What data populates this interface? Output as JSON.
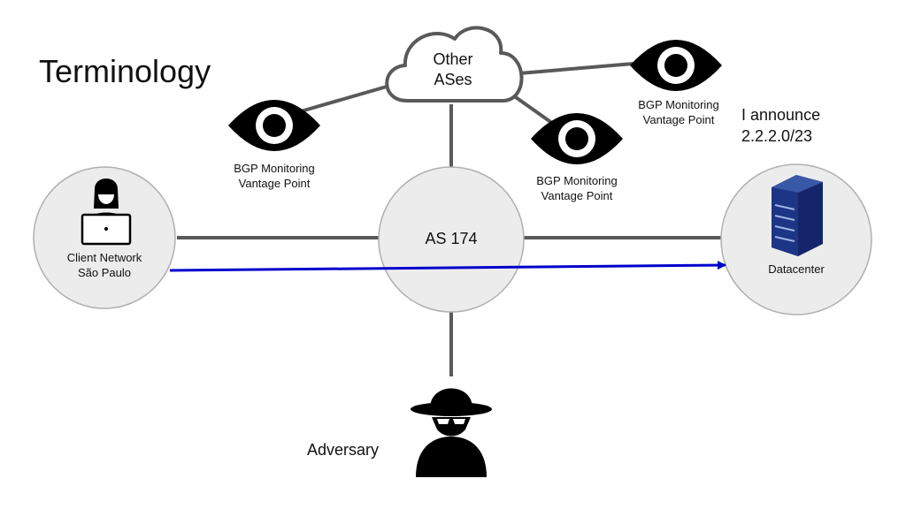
{
  "title": "Terminology",
  "cloud": {
    "line1": "Other",
    "line2": "ASes"
  },
  "vantage_points": [
    {
      "line1": "BGP Monitoring",
      "line2": "Vantage Point"
    },
    {
      "line1": "BGP Monitoring",
      "line2": "Vantage Point"
    },
    {
      "line1": "BGP Monitoring",
      "line2": "Vantage Point"
    }
  ],
  "client": {
    "line1": "Client Network",
    "line2": "São Paulo"
  },
  "as_node": {
    "label": "AS 174"
  },
  "datacenter": {
    "label": "Datacenter"
  },
  "announcement": {
    "line1": "I announce",
    "line2": "2.2.2.0/23"
  },
  "adversary": {
    "label": "Adversary"
  },
  "colors": {
    "link": "#595959",
    "traffic": "#0000cc",
    "node_fill": "#ececec",
    "node_stroke": "#b0b0b0"
  },
  "icons": [
    "eye-icon",
    "person-laptop-icon",
    "server-icon",
    "spy-icon",
    "cloud-icon"
  ]
}
